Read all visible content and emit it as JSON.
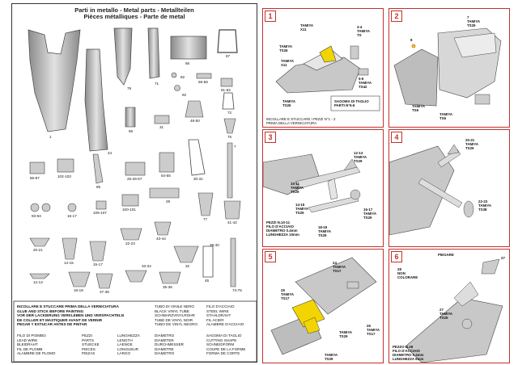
{
  "parts_sheet": {
    "title_lines": [
      "Parti in metallo - Metal parts - Metallteilen",
      "Pièces métalliques - Parte de metal"
    ],
    "part_numbers": [
      "1",
      "24",
      "79",
      "71",
      "66",
      "87",
      "82",
      "56-58",
      "92",
      "81-83",
      "65",
      "31",
      "48-50",
      "72",
      "75",
      "86-87",
      "102-103",
      "85",
      "25-26-57",
      "54-55",
      "30-31",
      "7",
      "93-94",
      "16-17",
      "109-107",
      "100-101",
      "29",
      "77",
      "41-42",
      "20-21",
      "14-15",
      "15-17",
      "22-23",
      "43-44",
      "33-34",
      "32",
      "39-40",
      "12-13",
      "18-19",
      "37-38",
      "35-36",
      "45",
      "74-75"
    ]
  },
  "legend": {
    "instructions": [
      "INCOLLARE E STUCCARE PRIMA DELLA VERNICIATURA",
      "GLUE AND STICK BEFORE PAINTING",
      "VOR DER LACKIERUNG VERKLEBEN UND VERSPACHTELN",
      "DE COLLER ET MASTIQUER AVANT DE VERNIR",
      "PEGAR Y ESTUCAR ANTES DE PINTAR"
    ],
    "col1": [
      "FILO DI PIOMBO",
      "LEAD WIRE",
      "BLEIDRAHT",
      "FIL DE PLOMB",
      "ALAMBRE DE PLOMO"
    ],
    "col2": [
      "PEZZI",
      "PARTS",
      "STUECKE",
      "PIECES",
      "PIEZAS"
    ],
    "col3": [
      "LUNGHEZZA",
      "LENGTH",
      "LAENGE",
      "LONGUEUR",
      "LARGO"
    ],
    "col4": [
      "DIAMETRO",
      "DIAMETER",
      "DURCHMESSER",
      "DIAMETRE",
      "DIAMETRO"
    ],
    "col5": [
      "SAGOMA DI TAGLIO",
      "CUTTING SHAPE",
      "SCHNEIDFORM",
      "COUPE DE LA FORME",
      "FORMA DE CORTE"
    ],
    "top_col3": [
      "TUBO DI VINILE NERO",
      "BLACK VINYL TUBE",
      "SCHWARZVINYLROHR",
      "TUBE DE VINYL NOIR",
      "TUBO DE VINYL NEGRO"
    ],
    "top_col4": [
      "FILO D'ACCIAIO",
      "STEEL WIRE",
      "STAHLDRAHT",
      "FIL ACIER",
      "ALAMBRE D'ACCIAIO"
    ]
  },
  "steps": [
    {
      "num": "1",
      "callouts": [
        "TAMIYA\nX11",
        "TAMIYA\nTS26",
        "TAMIYA\nX11",
        "3-4\nTAMIYA\nTS",
        "5-6\nTAMIYA\nTS42",
        "TAMIYA\nTS26"
      ],
      "notes": [
        "INCOLLARE E STUCCARE I PEZZI N°1 - 2",
        "PRIMA DELLA VERNICIATURA"
      ],
      "box": [
        "SAGOMA DI TAGLIO",
        "PARTI N°5-6"
      ]
    },
    {
      "num": "2",
      "callouts": [
        "7\nTAMIYA\nTS29",
        "8",
        "TAMIYA\nTS6",
        "TAMIYA\nTS6"
      ]
    },
    {
      "num": "3",
      "callouts": [
        "12-13\nTAMIYA\nTS29",
        "10-11\nTAMIYA\nTS29",
        "14-15\nTAMIYA\nTS29",
        "16-17\nTAMIYA\nTS29",
        "18-19\nTAMIYA\nTS29"
      ],
      "notes": [
        "PEZZI N.10-11",
        "FILO D'ACCIAIO",
        "DIAMETRO 0.4mm",
        "LUNGHEZZA 10mm"
      ]
    },
    {
      "num": "4",
      "callouts": [
        "20-21\nTAMIYA\nTS29",
        "22-23\nTAMIYA\nTS38"
      ]
    },
    {
      "num": "5",
      "callouts": [
        "24\nTAMIYA\nTS17",
        "25\nTAMIYA\nTS17",
        "26\nTAMIYA\nTS17",
        "TAMIYA\nTS29",
        "TAMIYA\nTS29"
      ]
    },
    {
      "num": "6",
      "callouts": [
        "PIEGARE",
        "27",
        "28\nNON\nCOLORARE",
        "27\nTAMIYA\nTS29"
      ],
      "notes": [
        "PEZZO N.28",
        "FILO D'ACCIAIO",
        "DIAMETRO 0.4mm",
        "LUNGHEZZA 6mm"
      ]
    }
  ],
  "colors": {
    "border": "#222222",
    "accent_red": "#c0322d",
    "metal": "#b9b9b9",
    "yellow": "#f2d500"
  }
}
